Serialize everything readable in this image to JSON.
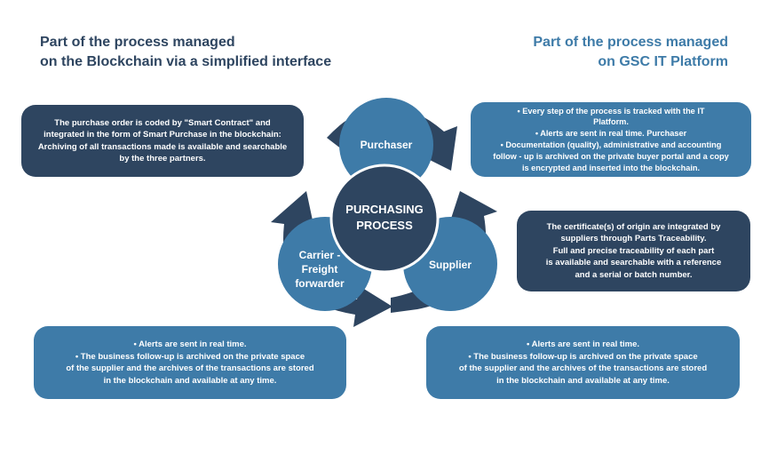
{
  "headings": {
    "left": [
      "Part of the process managed",
      "on the Blockchain via a simplified interface"
    ],
    "right": [
      "Part of the process managed",
      "on GSC IT Platform"
    ]
  },
  "center": [
    "PURCHASING",
    "PROCESS"
  ],
  "nodes": {
    "purchaser": [
      "Purchaser"
    ],
    "supplier": [
      "Supplier"
    ],
    "carrier": [
      "Carrier -",
      "Freight",
      "forwarder"
    ]
  },
  "boxes": {
    "top_left": [
      "The purchase order is coded by \"Smart Contract\" and",
      "integrated in the form of Smart Purchase in the blockchain:",
      "Archiving of all transactions made is available and searchable",
      "by the three partners."
    ],
    "top_right": [
      "• Every step of the process is tracked with the IT",
      "Platform.",
      "• Alerts are sent in real time. Purchaser",
      "• Documentation (quality), administrative and accounting",
      "follow - up is archived on the private buyer portal and a copy",
      "is encrypted and inserted into the blockchain."
    ],
    "middle_right": [
      "The certificate(s) of origin are integrated by",
      "suppliers through Parts Traceability.",
      "Full and precise traceability of each part",
      "is available and searchable with a reference",
      "and a serial or batch number."
    ],
    "bottom_left": [
      "• Alerts are sent in real time.",
      "• The business follow-up is archived on the private space",
      "of the supplier and the archives of the transactions are stored",
      "in the blockchain and available at any time."
    ],
    "bottom_right": [
      "• Alerts are sent in real time.",
      "• The business follow-up is archived on the private space",
      "of the supplier and the archives of the transactions are stored",
      "in the blockchain and available at any time."
    ]
  },
  "colors": {
    "dark": "#2e4560",
    "light": "#3e7ba8"
  }
}
